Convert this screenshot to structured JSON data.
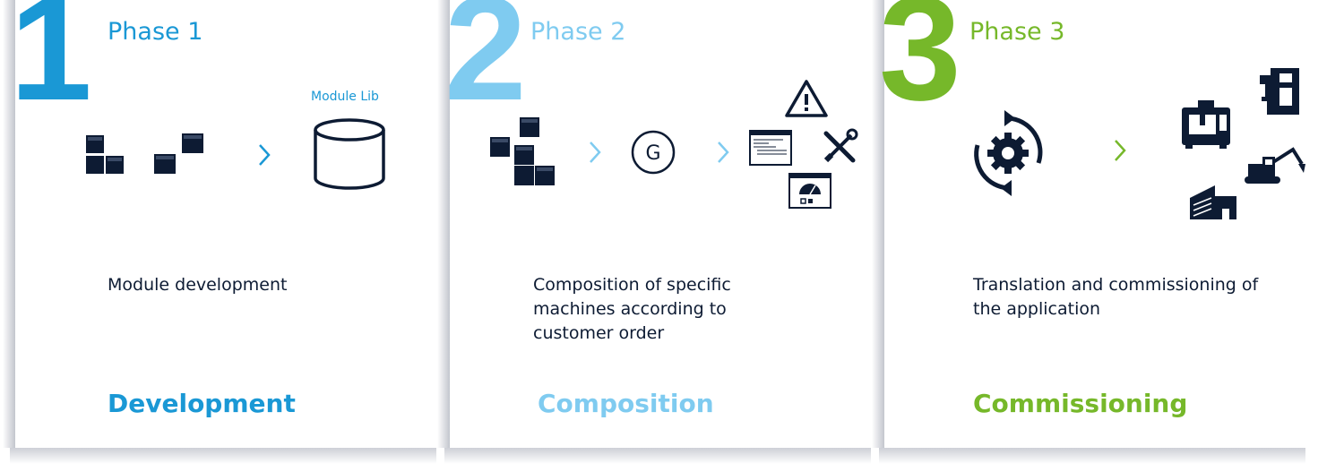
{
  "colors": {
    "phase1": "#1a98d5",
    "phase2": "#7fcbf0",
    "phase3": "#76b82a",
    "icon": "#0d1b33"
  },
  "phases": [
    {
      "number": "1",
      "title": "Phase 1",
      "description": "Module development",
      "category": "Development",
      "library_label": "Module Lib",
      "icons": [
        "cubes-icon",
        "cubes-icon",
        "chevron-right-icon",
        "database-icon"
      ]
    },
    {
      "number": "2",
      "title": "Phase 2",
      "description": "Composition of specific machines according to customer order",
      "category": "Composition",
      "icons": [
        "cubes-icon",
        "chevron-right-icon",
        "g-circle-icon",
        "chevron-right-icon",
        "code-window-icon",
        "warning-icon",
        "tools-icon",
        "hmi-window-icon"
      ]
    },
    {
      "number": "3",
      "title": "Phase 3",
      "description": "Translation and commissioning of the application",
      "category": "Commissioning",
      "icons": [
        "gear-cycle-icon",
        "chevron-right-icon",
        "milling-machine-icon",
        "cnc-machine-icon",
        "excavator-icon",
        "factory-icon"
      ]
    }
  ]
}
